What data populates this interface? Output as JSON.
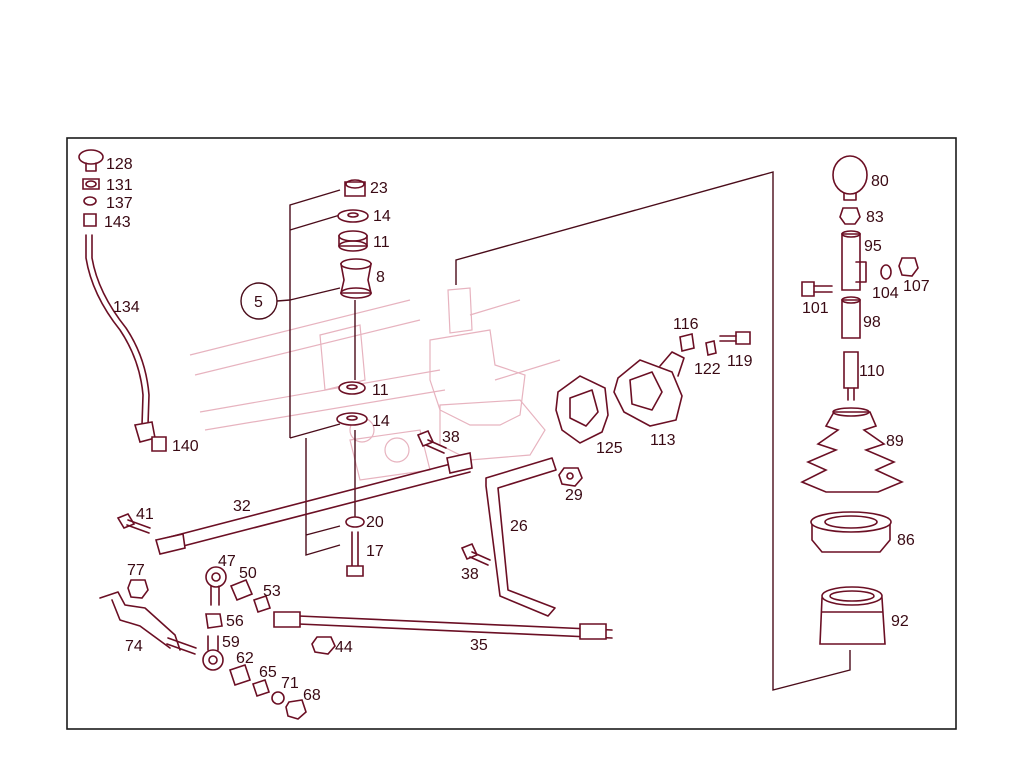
{
  "diagram": {
    "callout": "5",
    "colors": {
      "line": "#6b0f24",
      "ghost": "#e7b3bf",
      "frame": "#1a1a1a",
      "text": "#3a0a14"
    },
    "labels": {
      "p128": "128",
      "p131": "131",
      "p137": "137",
      "p143": "143",
      "p134": "134",
      "p140": "140",
      "p23": "23",
      "p14a": "14",
      "p11a": "11",
      "p8": "8",
      "p11b": "11",
      "p14b": "14",
      "p20": "20",
      "p17": "17",
      "p38a": "38",
      "p38b": "38",
      "p29": "29",
      "p26": "26",
      "p125": "125",
      "p113": "113",
      "p116": "116",
      "p122": "122",
      "p119": "119",
      "p41": "41",
      "p32": "32",
      "p47": "47",
      "p50": "50",
      "p53": "53",
      "p77": "77",
      "p56": "56",
      "p74": "74",
      "p59": "59",
      "p62": "62",
      "p65": "65",
      "p71": "71",
      "p68": "68",
      "p44": "44",
      "p35": "35",
      "p80": "80",
      "p83": "83",
      "p95": "95",
      "p101": "101",
      "p104": "104",
      "p107": "107",
      "p98": "98",
      "p110": "110",
      "p89": "89",
      "p86": "86",
      "p92": "92"
    }
  }
}
